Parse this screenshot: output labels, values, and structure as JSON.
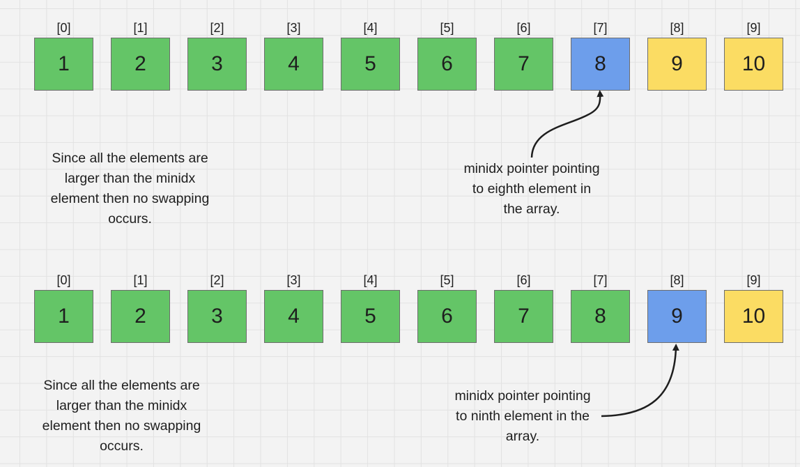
{
  "palette": {
    "sorted": "#64c567",
    "minidx": "#6d9eeb",
    "unsorted": "#fbdc63"
  },
  "steps": [
    {
      "cells": [
        {
          "index": "[0]",
          "value": "1",
          "state": "sorted"
        },
        {
          "index": "[1]",
          "value": "2",
          "state": "sorted"
        },
        {
          "index": "[2]",
          "value": "3",
          "state": "sorted"
        },
        {
          "index": "[3]",
          "value": "4",
          "state": "sorted"
        },
        {
          "index": "[4]",
          "value": "5",
          "state": "sorted"
        },
        {
          "index": "[5]",
          "value": "6",
          "state": "sorted"
        },
        {
          "index": "[6]",
          "value": "7",
          "state": "sorted"
        },
        {
          "index": "[7]",
          "value": "8",
          "state": "minidx"
        },
        {
          "index": "[8]",
          "value": "9",
          "state": "unsorted"
        },
        {
          "index": "[9]",
          "value": "10",
          "state": "unsorted"
        }
      ],
      "note": "Since all the elements are\nlarger than the minidx\nelement then no swapping\noccurs.",
      "pointer_label": "minidx pointer pointing\nto eighth element in\nthe array."
    },
    {
      "cells": [
        {
          "index": "[0]",
          "value": "1",
          "state": "sorted"
        },
        {
          "index": "[1]",
          "value": "2",
          "state": "sorted"
        },
        {
          "index": "[2]",
          "value": "3",
          "state": "sorted"
        },
        {
          "index": "[3]",
          "value": "4",
          "state": "sorted"
        },
        {
          "index": "[4]",
          "value": "5",
          "state": "sorted"
        },
        {
          "index": "[5]",
          "value": "6",
          "state": "sorted"
        },
        {
          "index": "[6]",
          "value": "7",
          "state": "sorted"
        },
        {
          "index": "[7]",
          "value": "8",
          "state": "sorted"
        },
        {
          "index": "[8]",
          "value": "9",
          "state": "minidx"
        },
        {
          "index": "[9]",
          "value": "10",
          "state": "unsorted"
        }
      ],
      "note": "Since all the elements are\nlarger than the minidx\nelement then no swapping\noccurs.",
      "pointer_label": "minidx pointer pointing\nto ninth element in the\narray."
    }
  ]
}
